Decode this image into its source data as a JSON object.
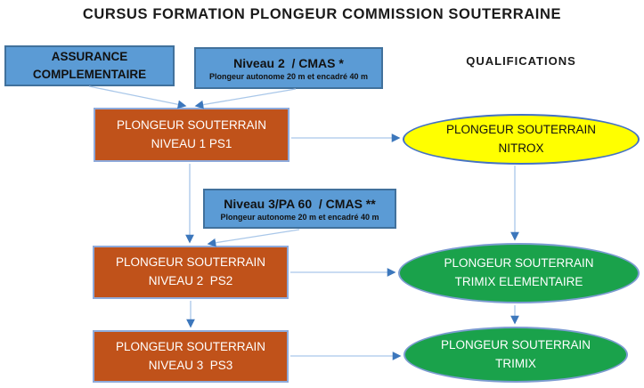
{
  "title": "CURSUS FORMATION PLONGEUR COMMISSION SOUTERRAINE",
  "qualifications_label": "QUALIFICATIONS",
  "colors": {
    "blue_fill": "#5B9BD5",
    "blue_border": "#41719C",
    "orange_fill": "#C0521A",
    "orange_border": "#8EAADB",
    "yellow_fill": "#FFFF00",
    "yellow_border": "#4472C4",
    "green_fill": "#1AA24B",
    "green_border": "#7C9BD1",
    "connector_line": "#A9C7E9",
    "arrowhead": "#3C77BC"
  },
  "prereq_boxes": {
    "assurance": {
      "label": "ASSURANCE COMPLEMENTAIRE"
    },
    "niveau2": {
      "title": "Niveau 2  / CMAS *",
      "subtitle": "Plongeur autonome 20 m et encadré 40 m"
    },
    "niveau3": {
      "title": "Niveau 3/PA 60  / CMAS **",
      "subtitle": "Plongeur autonome 20 m et encadré 40 m"
    }
  },
  "level_boxes": {
    "ps1": {
      "line1": "PLONGEUR SOUTERRAIN",
      "line2": "NIVEAU 1 PS1"
    },
    "ps2": {
      "line1": "PLONGEUR SOUTERRAIN",
      "line2": "NIVEAU 2  PS2"
    },
    "ps3": {
      "line1": "PLONGEUR SOUTERRAIN",
      "line2": "NIVEAU 3  PS3"
    }
  },
  "qualification_ellipses": {
    "nitrox": {
      "line1": "PLONGEUR SOUTERRAIN",
      "line2": "NITROX"
    },
    "trimix_elementaire": {
      "line1": "PLONGEUR SOUTERRAIN",
      "line2": "TRIMIX ELEMENTAIRE"
    },
    "trimix": {
      "line1": "PLONGEUR SOUTERRAIN",
      "line2": "TRIMIX"
    }
  }
}
